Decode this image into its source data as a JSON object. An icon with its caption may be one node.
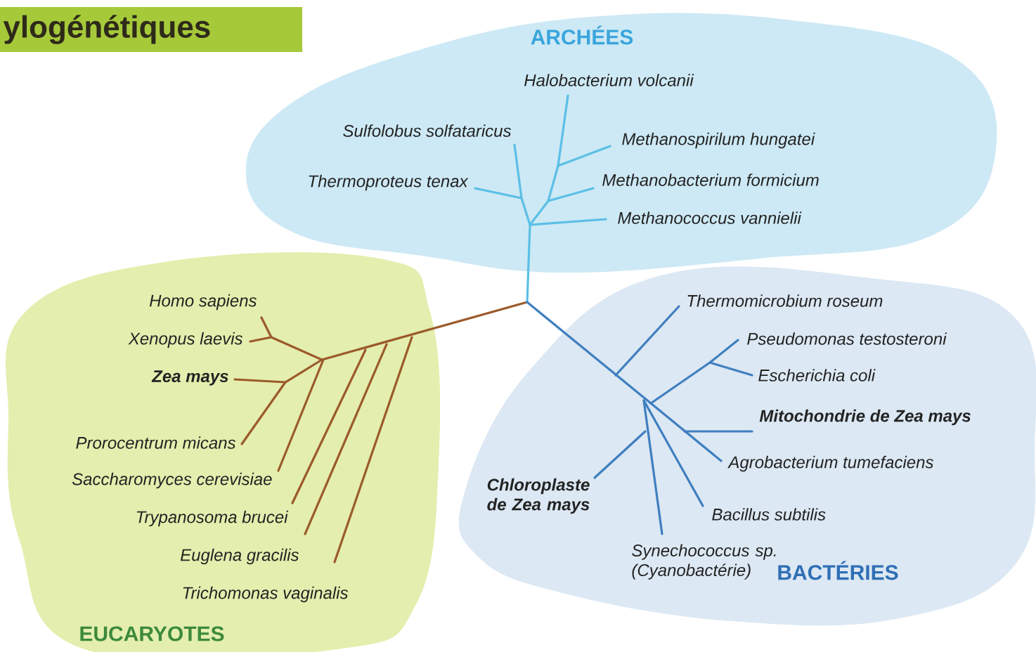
{
  "diagram": {
    "title": "ylogénétiques",
    "nodes": [
      {
        "text": [
          "ARCHÉES"
        ]
      },
      {
        "text": [
          "Halobacterium volcanii"
        ],
        "in": 0
      },
      {
        "text": [
          "Sulfolobus solfataricus"
        ],
        "in": 0
      },
      {
        "text": [
          "Methanospirilum hungatei"
        ],
        "in": 0
      },
      {
        "text": [
          "Thermoproteus tenax"
        ],
        "in": 0
      },
      {
        "text": [
          "Methanobacterium formicium"
        ],
        "in": 0
      },
      {
        "text": [
          "Methanococcus vannielii"
        ],
        "in": 0
      },
      {
        "text": [
          "EUCARYOTES"
        ]
      },
      {
        "text": [
          "Homo sapiens"
        ],
        "in": 7
      },
      {
        "text": [
          "Xenopus laevis"
        ],
        "in": 7
      },
      {
        "text": [
          "**Zea mays**"
        ],
        "in": 7
      },
      {
        "text": [
          "Prorocentrum micans"
        ],
        "in": 7
      },
      {
        "text": [
          "Saccharomyces cerevisiae"
        ],
        "in": 7
      },
      {
        "text": [
          "Trypanosoma brucei"
        ],
        "in": 7
      },
      {
        "text": [
          "Euglena gracilis"
        ],
        "in": 7
      },
      {
        "text": [
          "Trichomonas vaginalis"
        ],
        "in": 7
      },
      {
        "text": [
          "BACTÉRIES"
        ]
      },
      {
        "text": [
          "Thermomicrobium roseum"
        ],
        "in": 16
      },
      {
        "text": [
          "Pseudomonas testosteroni"
        ],
        "in": 16
      },
      {
        "text": [
          "Escherichia coli"
        ],
        "in": 16
      },
      {
        "text": [
          "**Mitochondrie de Zea mays**"
        ],
        "in": 16
      },
      {
        "text": [
          "Agrobacterium tumefaciens"
        ],
        "in": 16
      },
      {
        "text": [
          "**Chloroplaste de Zea mays**"
        ],
        "in": 16
      },
      {
        "text": [
          "Bacillus subtilis"
        ],
        "in": 16
      },
      {
        "text": [
          "Synechococcus sp. (Cyanobactérie)"
        ],
        "in": 16
      }
    ]
  }
}
